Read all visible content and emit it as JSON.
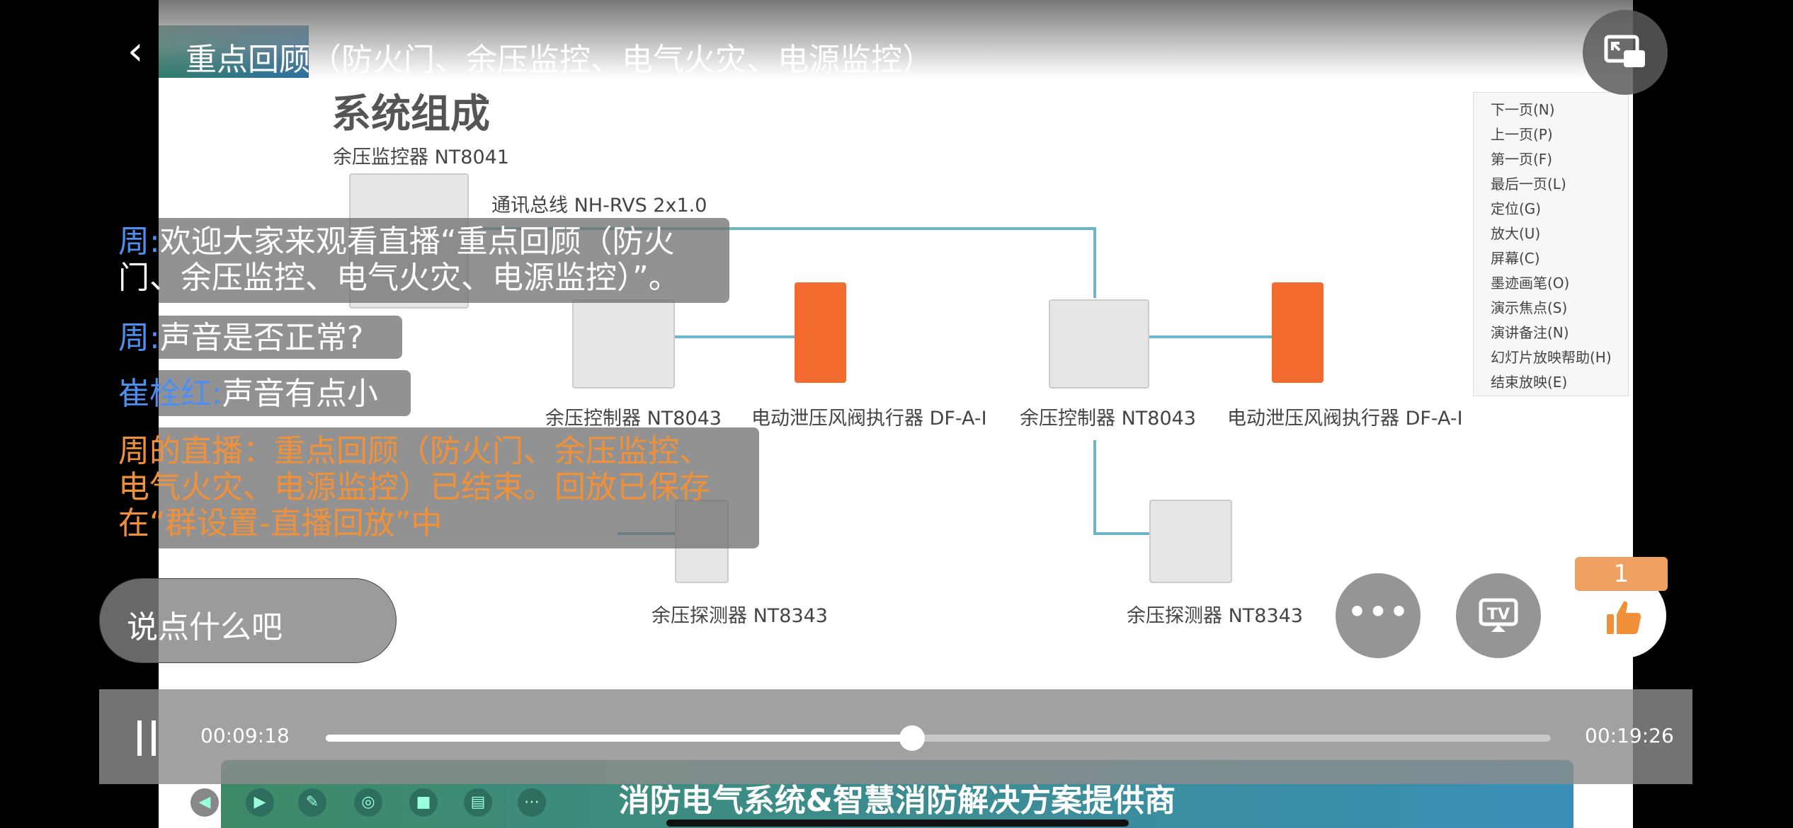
{
  "header": {
    "back_icon": "chevron-left-icon",
    "title": "重点回顾（防火门、余压监控、电气火灾、电源监控）",
    "pip_icon": "picture-in-picture-icon"
  },
  "slide": {
    "heading": "系统组成",
    "bus_label": "通讯总线 NH-RVS 2x1.0",
    "monitor_label": "余压监控器 NT8041",
    "controller_label": "余压控制器  NT8043",
    "actuator_label": "电动泄压风阀执行器  DF-A-I",
    "detector_label": "余压探测器  NT8343",
    "menu": [
      "下一页(N)",
      "上一页(P)",
      "第一页(F)",
      "最后一页(L)",
      "定位(G)",
      "放大(U)",
      "屏幕(C)",
      "墨迹画笔(O)",
      "演示焦点(S)",
      "演讲备注(N)",
      "幻灯片放映帮助(H)",
      "结束放映(E)"
    ],
    "banner": "消防电气系统&智慧消防解决方案提供商"
  },
  "chat": [
    {
      "name": "周:",
      "text": "欢迎大家来观看直播“重点回顾（防火",
      "text2": "门、余压监控、电气火灾、电源监控）”。"
    },
    {
      "name": "周:",
      "text": "声音是否正常?"
    },
    {
      "name": "崔栓红:",
      "text": "声音有点小"
    },
    {
      "line1": "周的直播：重点回顾（防火门、余压监控、",
      "line2": "电气火灾、电源监控）已结束。回放已保存",
      "line3": "在“群设置-直播回放”中"
    }
  ],
  "input": {
    "placeholder": "说点什么吧"
  },
  "actions": {
    "more_icon": "more-icon",
    "tv_icon": "tv-cast-icon",
    "like_icon": "thumbs-up-icon",
    "like_count": "1"
  },
  "player": {
    "current_time": "00:09:18",
    "total_time": "00:19:26",
    "progress": 0.4786,
    "pause_icon": "pause-icon"
  },
  "colors": {
    "name_blue": "#4d8ff0",
    "system_orange": "#f0913a",
    "like_orange": "#f0a060"
  }
}
